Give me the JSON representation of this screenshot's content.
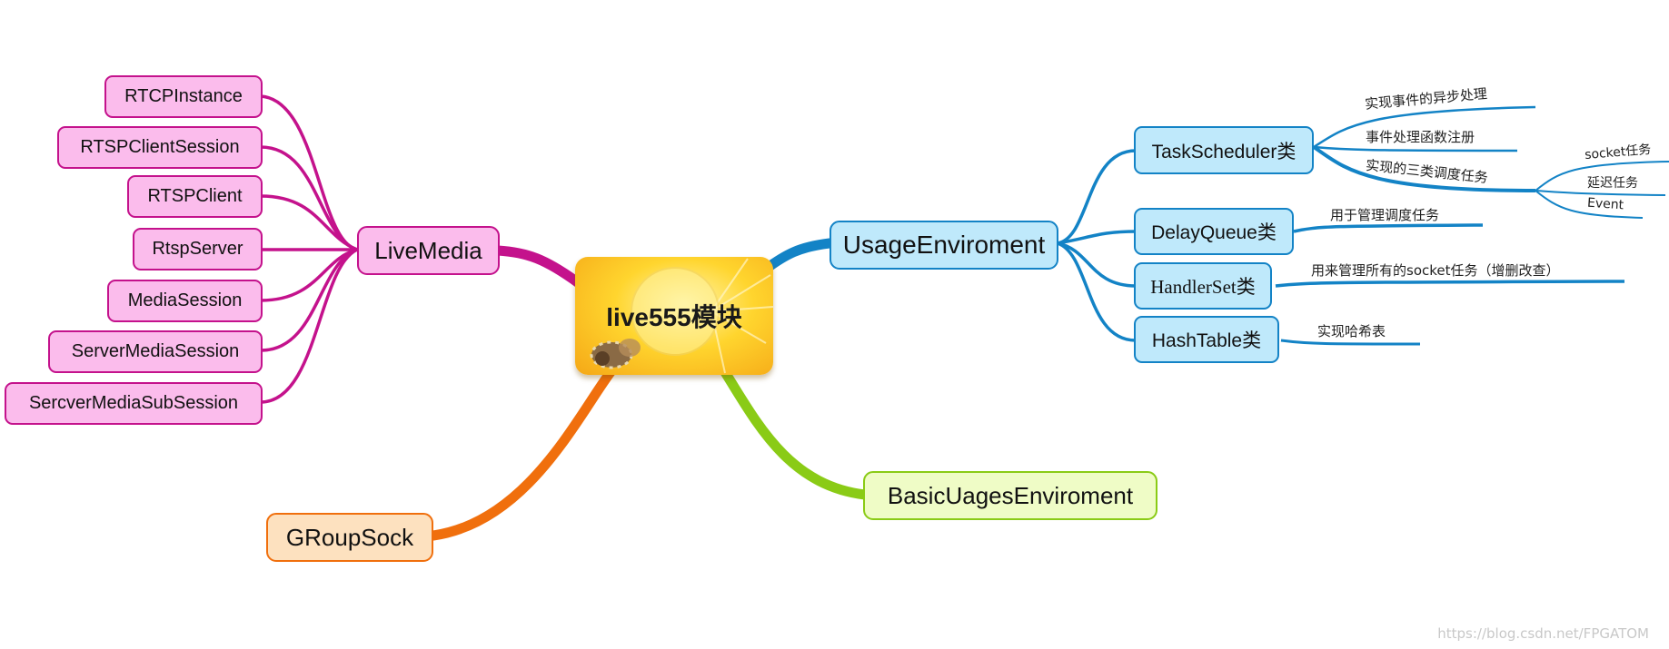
{
  "center": {
    "title": "live555模块"
  },
  "live_media": {
    "label": "LiveMedia",
    "children": [
      "RTCPInstance",
      "RTSPClientSession",
      "RTSPClient",
      "RtspServer",
      "MediaSession",
      "ServerMediaSession",
      "SercverMediaSubSession"
    ]
  },
  "usage_env": {
    "label": "UsageEnviroment",
    "task_scheduler": {
      "label": "TaskScheduler类",
      "notes": [
        "实现事件的异步处理",
        "事件处理函数注册",
        "实现的三类调度任务"
      ],
      "task_types": [
        "socket任务",
        "延迟任务",
        "Event"
      ]
    },
    "delay_queue": {
      "label": "DelayQueue类",
      "note": "用于管理调度任务"
    },
    "handler_set": {
      "label": "HandlerSet类",
      "note": "用来管理所有的socket任务（增删改查）"
    },
    "hash_table": {
      "label": "HashTable类",
      "note": "实现哈希表"
    }
  },
  "basic_usage_env": {
    "label": "BasicUagesEnviroment"
  },
  "group_sock": {
    "label": "GRoupSock"
  },
  "colors": {
    "live_media": "#c4128c",
    "usage_env": "#1383c6",
    "basic_usage_env": "#8acb16",
    "group_sock": "#f06f0d"
  },
  "watermark": "https://blog.csdn.net/FPGATOM"
}
